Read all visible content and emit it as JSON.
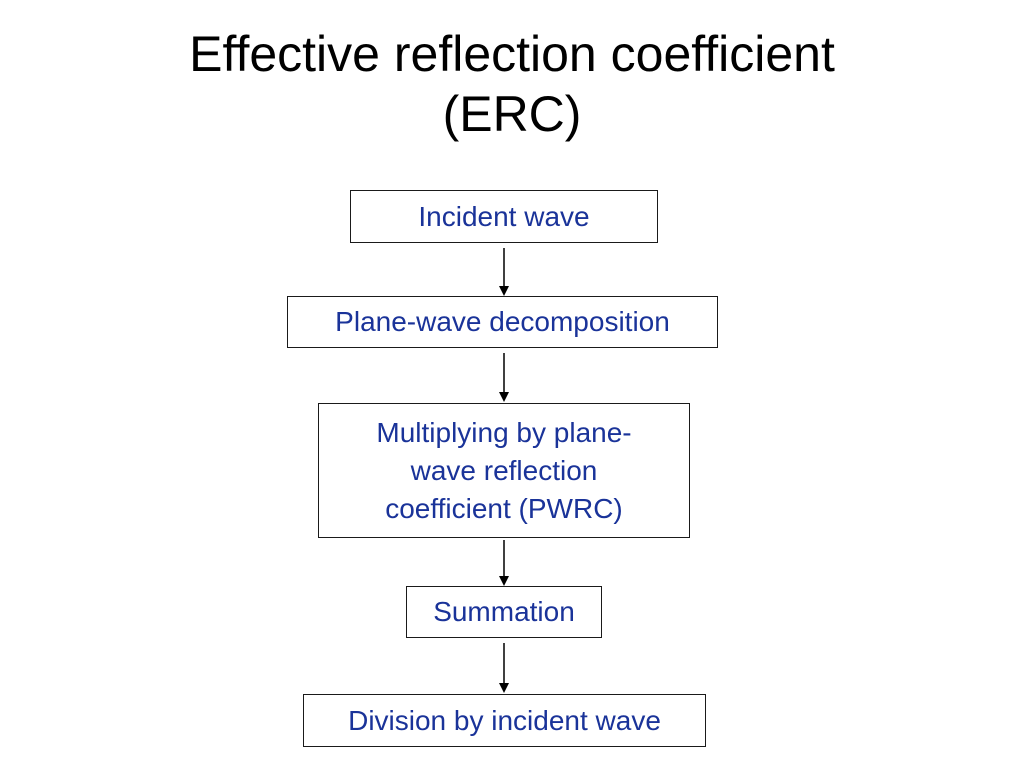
{
  "slide": {
    "title_line1": "Effective reflection coefficient",
    "title_line2": "(ERC)"
  },
  "flowchart": {
    "nodes": [
      {
        "id": "incident-wave",
        "lines": [
          "Incident wave"
        ]
      },
      {
        "id": "plane-wave-decomposition",
        "lines": [
          "Plane-wave decomposition"
        ]
      },
      {
        "id": "multiplying-by-pwrc",
        "lines": [
          "Multiplying by plane-",
          "wave reflection",
          "coefficient (PWRC)"
        ]
      },
      {
        "id": "summation",
        "lines": [
          "Summation"
        ]
      },
      {
        "id": "division-by-incident-wave",
        "lines": [
          "Division by incident wave"
        ]
      }
    ],
    "edges": [
      {
        "from": "incident-wave",
        "to": "plane-wave-decomposition"
      },
      {
        "from": "plane-wave-decomposition",
        "to": "multiplying-by-pwrc"
      },
      {
        "from": "multiplying-by-pwrc",
        "to": "summation"
      },
      {
        "from": "summation",
        "to": "division-by-incident-wave"
      }
    ],
    "colors": {
      "node_text": "#1a3399",
      "node_border": "#1a1a1a",
      "arrow": "#000000"
    }
  }
}
